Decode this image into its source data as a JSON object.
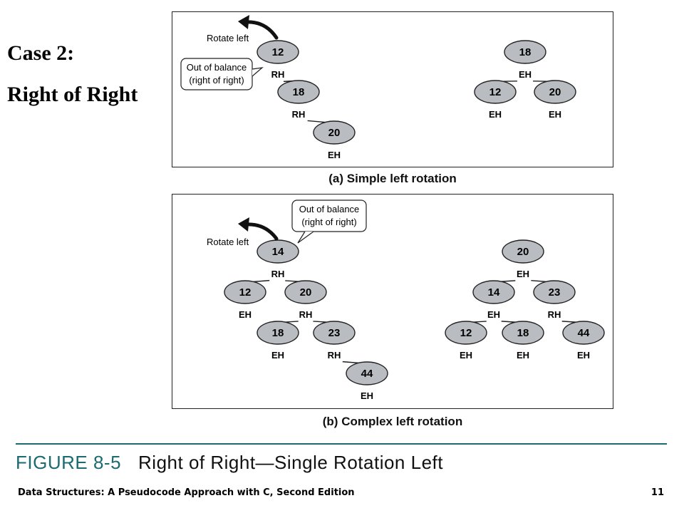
{
  "heading": {
    "title": "Case 2:",
    "subtitle": "Right of Right"
  },
  "panel_a": {
    "caption": "(a) Simple left rotation",
    "rotate_label": "Rotate left",
    "callout": [
      "Out of balance",
      "(right of right)"
    ],
    "before": [
      {
        "value": "12",
        "balance": "RH"
      },
      {
        "value": "18",
        "balance": "RH"
      },
      {
        "value": "20",
        "balance": "EH"
      }
    ],
    "after": [
      {
        "value": "18",
        "balance": "EH"
      },
      {
        "value": "12",
        "balance": "EH"
      },
      {
        "value": "20",
        "balance": "EH"
      }
    ]
  },
  "panel_b": {
    "caption": "(b) Complex left rotation",
    "rotate_label": "Rotate left",
    "callout": [
      "Out of balance",
      "(right of right)"
    ],
    "before": [
      {
        "value": "14",
        "balance": "RH"
      },
      {
        "value": "12",
        "balance": "EH"
      },
      {
        "value": "20",
        "balance": "RH"
      },
      {
        "value": "18",
        "balance": "EH"
      },
      {
        "value": "23",
        "balance": "RH"
      },
      {
        "value": "44",
        "balance": "EH"
      }
    ],
    "after": [
      {
        "value": "20",
        "balance": "EH"
      },
      {
        "value": "14",
        "balance": "EH"
      },
      {
        "value": "23",
        "balance": "RH"
      },
      {
        "value": "12",
        "balance": "EH"
      },
      {
        "value": "18",
        "balance": "EH"
      },
      {
        "value": "44",
        "balance": "EH"
      }
    ]
  },
  "figure": {
    "number": "FIGURE 8-5",
    "title": "Right of Right—Single Rotation Left"
  },
  "footer": {
    "left": "Data Structures: A Pseudocode Approach with C, Second Edition",
    "right": "11"
  }
}
